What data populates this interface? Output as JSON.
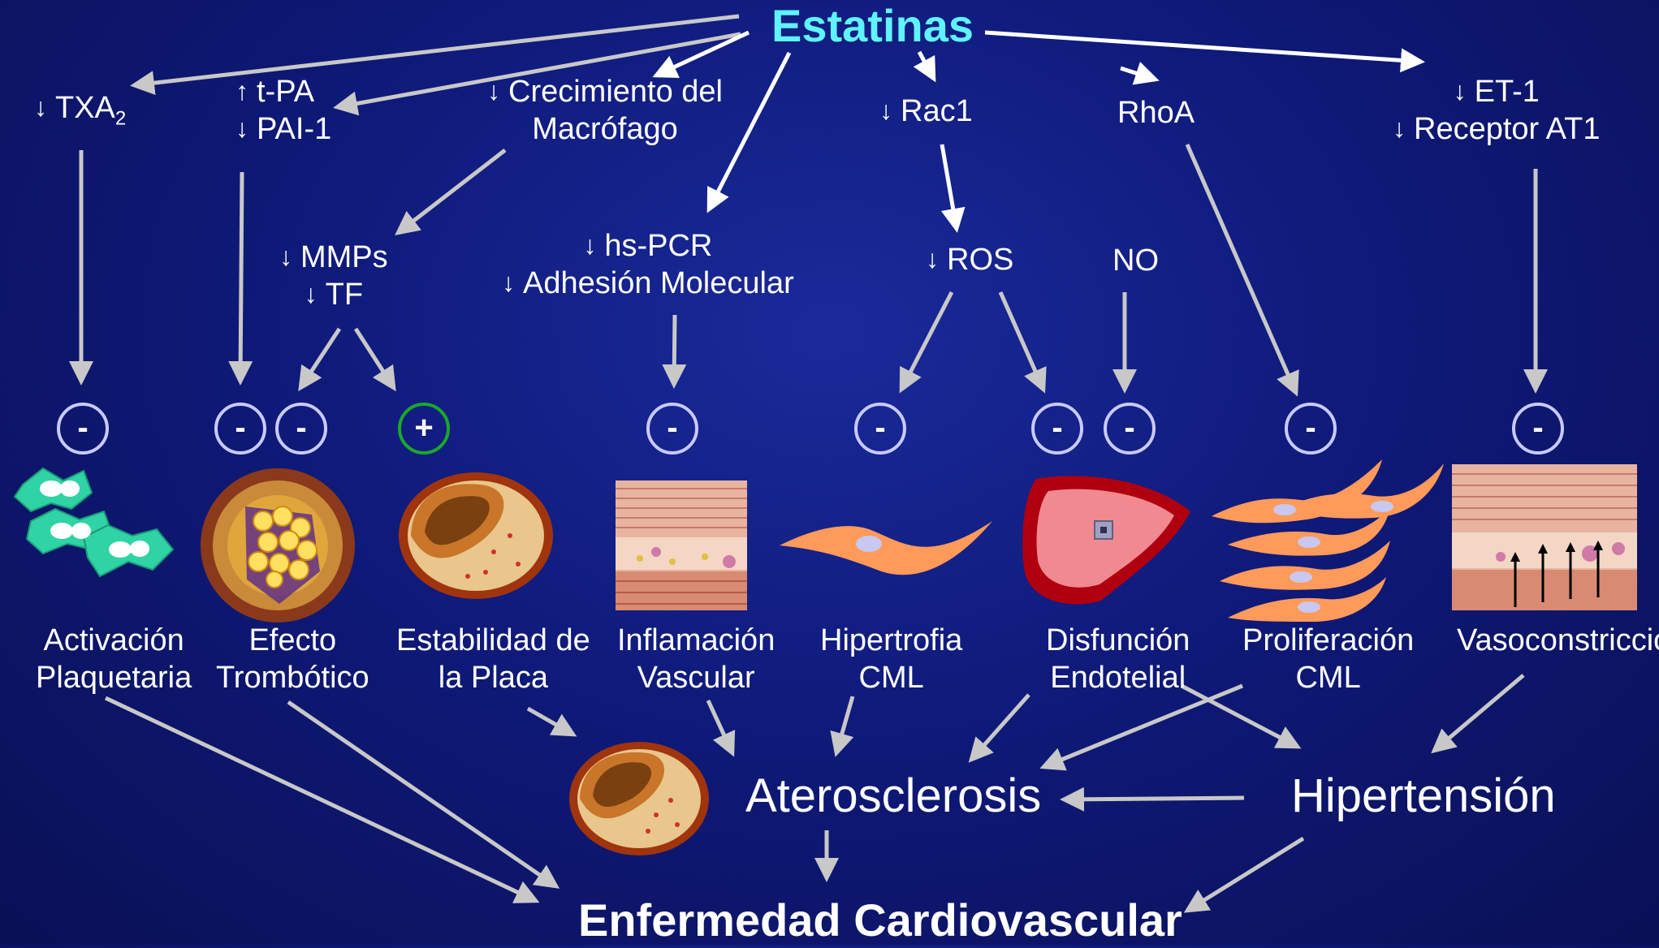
{
  "title": "Estatinas",
  "effects": {
    "txa": {
      "arrow": "↓",
      "label": "TXA",
      "sub": "2"
    },
    "tpa": {
      "line1_arrow": "↑",
      "line1": "t-PA",
      "line2_arrow": "↓",
      "line2": "PAI-1"
    },
    "macro": {
      "line1_arrow": "↓",
      "line1": "Crecimiento del",
      "line2": "Macrófago"
    },
    "mmps": {
      "line1_arrow": "↓",
      "line1": "MMPs",
      "line2_arrow": "↓",
      "line2": "TF"
    },
    "hspcr": {
      "line1_arrow": "↓",
      "line1": "hs-PCR",
      "line2_arrow": "↓",
      "line2": "Adhesión Molecular"
    },
    "rac1": {
      "arrow": "↓",
      "label": "Rac1"
    },
    "ros": {
      "arrow": "↓",
      "label": "ROS"
    },
    "rhoa": {
      "label": "RhoA"
    },
    "no": {
      "label": "NO"
    },
    "et1": {
      "line1_arrow": "↓",
      "line1": "ET-1",
      "line2_arrow": "↓",
      "line2": "Receptor AT1"
    }
  },
  "signs": {
    "minus": "-",
    "plus": "+"
  },
  "outcomes": {
    "plaquetaria": {
      "line1": "Activación",
      "line2": "Plaquetaria"
    },
    "trombotico": {
      "line1": "Efecto",
      "line2": "Trombótico"
    },
    "placa": {
      "line1": "Estabilidad de",
      "line2": "la Placa"
    },
    "inflamacion": {
      "line1": "Inflamación",
      "line2": "Vascular"
    },
    "hipertrofia": {
      "line1": "Hipertrofia",
      "line2": "CML"
    },
    "disfuncion": {
      "line1": "Disfunción",
      "line2": "Endotelial"
    },
    "proliferacion": {
      "line1": "Proliferación",
      "line2": "CML"
    },
    "vasoconstriccion": {
      "line1": "Vasoconstricción"
    }
  },
  "ateroesclerosis": "Aterosclerosis",
  "hipertension": "Hipertensión",
  "final": "Enfermedad Cardiovascular",
  "colors": {
    "title": "#5ff3ff",
    "white_arrow": "#ffffff",
    "grey_arrow": "#c8c8c8",
    "minus_ring": "#c9c9ff",
    "plus_ring": "#1aa82a"
  }
}
